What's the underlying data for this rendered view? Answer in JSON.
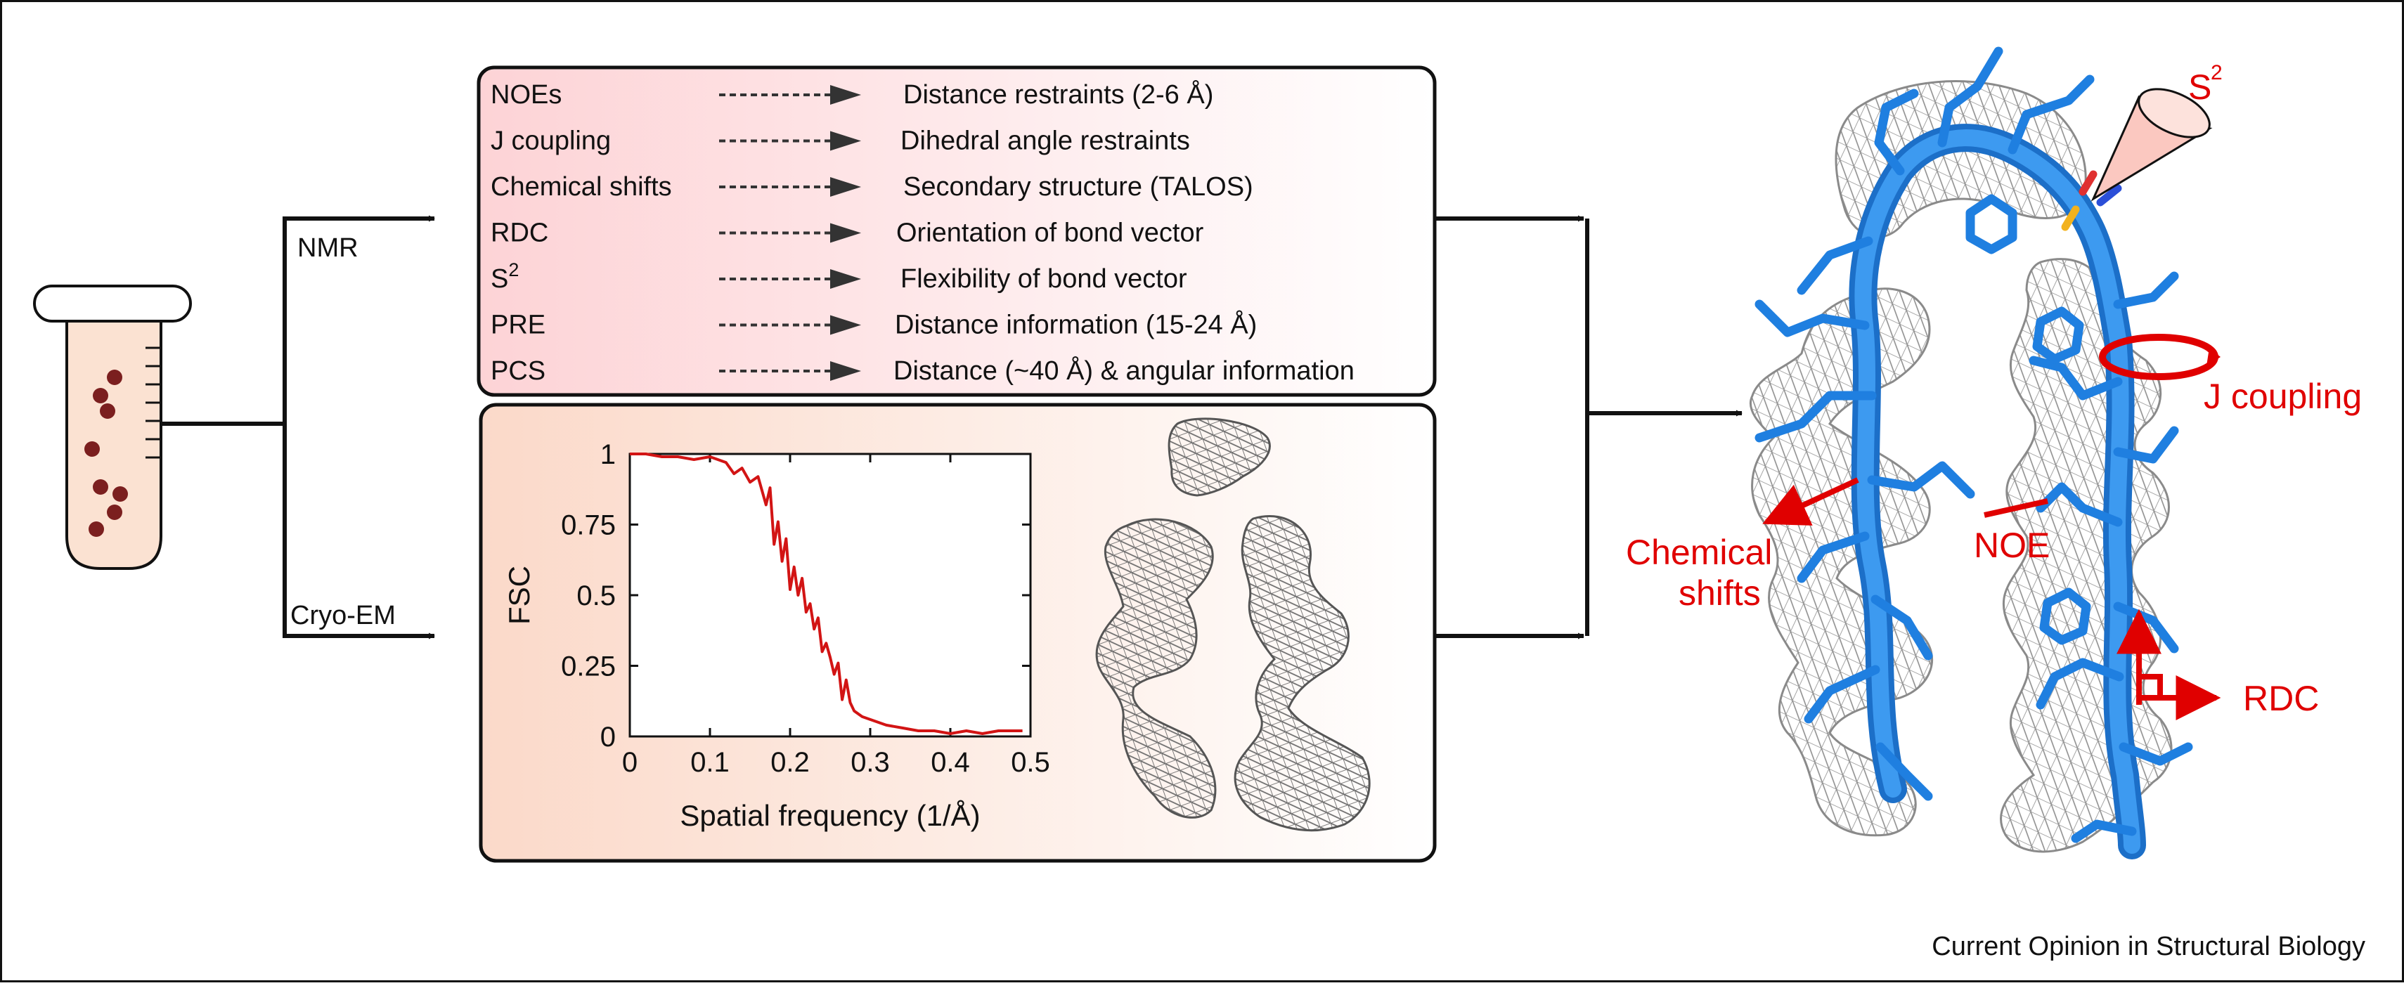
{
  "branches": {
    "nmr": "NMR",
    "cryo_em": "Cryo-EM"
  },
  "nmr_table": [
    {
      "method": "NOEs",
      "result": "Distance restraints (2-6 Å)"
    },
    {
      "method": "J coupling",
      "result": "Dihedral angle restraints"
    },
    {
      "method": "Chemical shifts",
      "result": "Secondary structure (TALOS)"
    },
    {
      "method": "RDC",
      "result": "Orientation of bond vector"
    },
    {
      "method": "S",
      "method_sup": "2",
      "result": "Flexibility of bond vector"
    },
    {
      "method": "PRE",
      "result": "Distance information (15-24 Å)"
    },
    {
      "method": "PCS",
      "result": "Distance (~40 Å) & angular information"
    }
  ],
  "chart_data": {
    "type": "line",
    "xlabel": "Spatial frequency (1/Å)",
    "ylabel": "FSC",
    "xlim": [
      0,
      0.5
    ],
    "ylim": [
      0,
      1
    ],
    "xticks": [
      "0",
      "0.1",
      "0.2",
      "0.3",
      "0.4",
      "0.5"
    ],
    "yticks": [
      "0",
      "0.25",
      "0.5",
      "0.75",
      "1"
    ],
    "x": [
      0,
      0.02,
      0.04,
      0.06,
      0.08,
      0.1,
      0.12,
      0.13,
      0.14,
      0.15,
      0.16,
      0.17,
      0.175,
      0.18,
      0.185,
      0.19,
      0.195,
      0.2,
      0.205,
      0.21,
      0.215,
      0.22,
      0.225,
      0.23,
      0.235,
      0.24,
      0.245,
      0.25,
      0.255,
      0.26,
      0.265,
      0.27,
      0.275,
      0.28,
      0.29,
      0.3,
      0.31,
      0.32,
      0.34,
      0.36,
      0.38,
      0.4,
      0.42,
      0.44,
      0.46,
      0.48,
      0.49
    ],
    "y": [
      1.0,
      1.0,
      0.99,
      0.99,
      0.98,
      0.99,
      0.97,
      0.93,
      0.95,
      0.9,
      0.92,
      0.82,
      0.88,
      0.68,
      0.76,
      0.62,
      0.7,
      0.52,
      0.6,
      0.5,
      0.56,
      0.44,
      0.47,
      0.38,
      0.42,
      0.3,
      0.33,
      0.28,
      0.22,
      0.26,
      0.13,
      0.2,
      0.12,
      0.09,
      0.07,
      0.06,
      0.05,
      0.04,
      0.03,
      0.02,
      0.02,
      0.01,
      0.02,
      0.01,
      0.02,
      0.02,
      0.02
    ]
  },
  "structure_labels": {
    "s2": "S",
    "s2_sup": "2",
    "j_coupling": "J coupling",
    "chemical_shifts_l1": "Chemical",
    "chemical_shifts_l2": "shifts",
    "noe": "NOE",
    "rdc": "RDC"
  },
  "credit": "Current Opinion in Structural Biology",
  "colors": {
    "arrow_red": "#e00000",
    "backbone_blue": "#1f7fe0",
    "mesh_gray": "#9a9a9a",
    "fsc_red": "#d21414",
    "nmr_box_gradient_start": "#fdd5d8",
    "cryo_box_gradient_start": "#fbdccd",
    "tube_liquid": "#fbe2d2",
    "tube_dots": "#7b1f1f"
  }
}
